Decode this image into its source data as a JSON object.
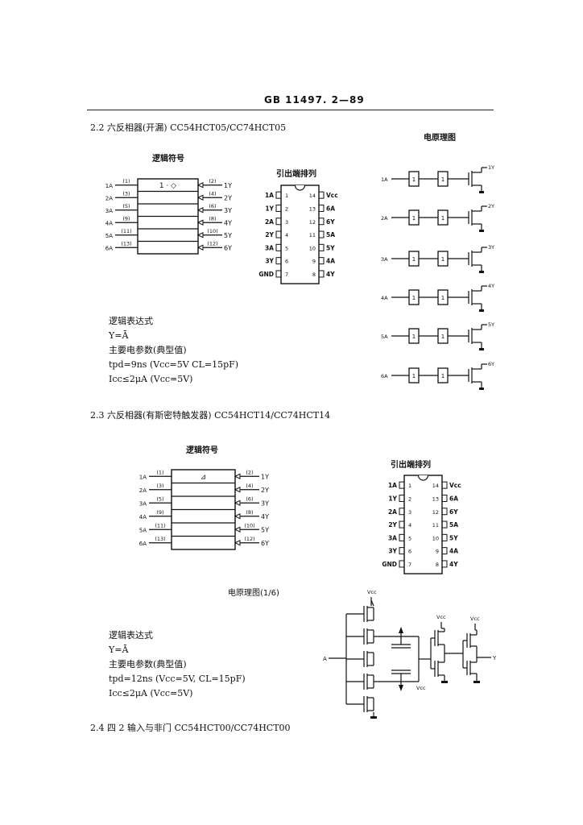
{
  "header": {
    "standard_no": "GB 11497. 2—89"
  },
  "s22": {
    "title": "2.2  六反相器(开漏)  CC54HCT05/CC74HCT05",
    "logic_symbol_label": "逻辑符号",
    "pinout_label": "引出端排列",
    "circuit_label": "电原理图",
    "gate_marker": "1  · ◇",
    "inputs": [
      "1A",
      "2A",
      "3A",
      "4A",
      "5A",
      "6A"
    ],
    "outputs": [
      "1Y",
      "2Y",
      "3Y",
      "4Y",
      "5Y",
      "6Y"
    ],
    "in_pins": [
      "(1)",
      "(3)",
      "(5)",
      "(9)",
      "(11)",
      "(13)"
    ],
    "out_pins": [
      "(2)",
      "(4)",
      "(6)",
      "(8)",
      "(10)",
      "(12)"
    ],
    "left_pins": [
      "1A",
      "1Y",
      "2A",
      "2Y",
      "3A",
      "3Y",
      "GND"
    ],
    "left_nums": [
      "1",
      "2",
      "3",
      "4",
      "5",
      "6",
      "7"
    ],
    "right_pins": [
      "Vcc",
      "6A",
      "6Y",
      "5A",
      "5Y",
      "4A",
      "4Y"
    ],
    "right_nums": [
      "14",
      "13",
      "12",
      "11",
      "10",
      "9",
      "8"
    ],
    "expr_title": "逻辑表达式",
    "expr": "Y=Ā",
    "params_title": "主要电参数(典型值)",
    "param1": "tpd=9ns   (Vcc=5V   CL=15pF)",
    "param2": "Icc≤2μA   (Vcc=5V)",
    "inv_label": "1"
  },
  "s23": {
    "title": "2.3  六反相器(有斯密特触发器)  CC54HCT14/CC74HCT14",
    "logic_symbol_label": "逻辑符号",
    "pinout_label": "引出端排列",
    "circuit_label": "电原理图(1/6)",
    "gate_marker": "⊿",
    "inputs": [
      "1A",
      "2A",
      "3A",
      "4A",
      "5A",
      "6A"
    ],
    "outputs": [
      "1Y",
      "2Y",
      "3Y",
      "4Y",
      "5Y",
      "6Y"
    ],
    "in_pins": [
      "(1)",
      "(3)",
      "(5)",
      "(9)",
      "(11)",
      "(13)"
    ],
    "out_pins": [
      "(2)",
      "(4)",
      "(6)",
      "(8)",
      "(10)",
      "(12)"
    ],
    "left_pins": [
      "1A",
      "1Y",
      "2A",
      "2Y",
      "3A",
      "3Y",
      "GND"
    ],
    "left_nums": [
      "1",
      "2",
      "3",
      "4",
      "5",
      "6",
      "7"
    ],
    "right_pins": [
      "Vcc",
      "6A",
      "6Y",
      "5A",
      "5Y",
      "4A",
      "4Y"
    ],
    "right_nums": [
      "14",
      "13",
      "12",
      "11",
      "10",
      "9",
      "8"
    ],
    "expr_title": "逻辑表达式",
    "expr": "Y=Ā",
    "params_title": "主要电参数(典型值)",
    "param1": "tpd=12ns   (Vcc=5V, CL=15pF)",
    "param2": "Icc≤2μA   (Vcc=5V)",
    "vcc_label": "Vcc",
    "a_label": "A",
    "y_label": "Y"
  },
  "s24": {
    "title": "2.4  四 2 输入与非门  CC54HCT00/CC74HCT00"
  }
}
